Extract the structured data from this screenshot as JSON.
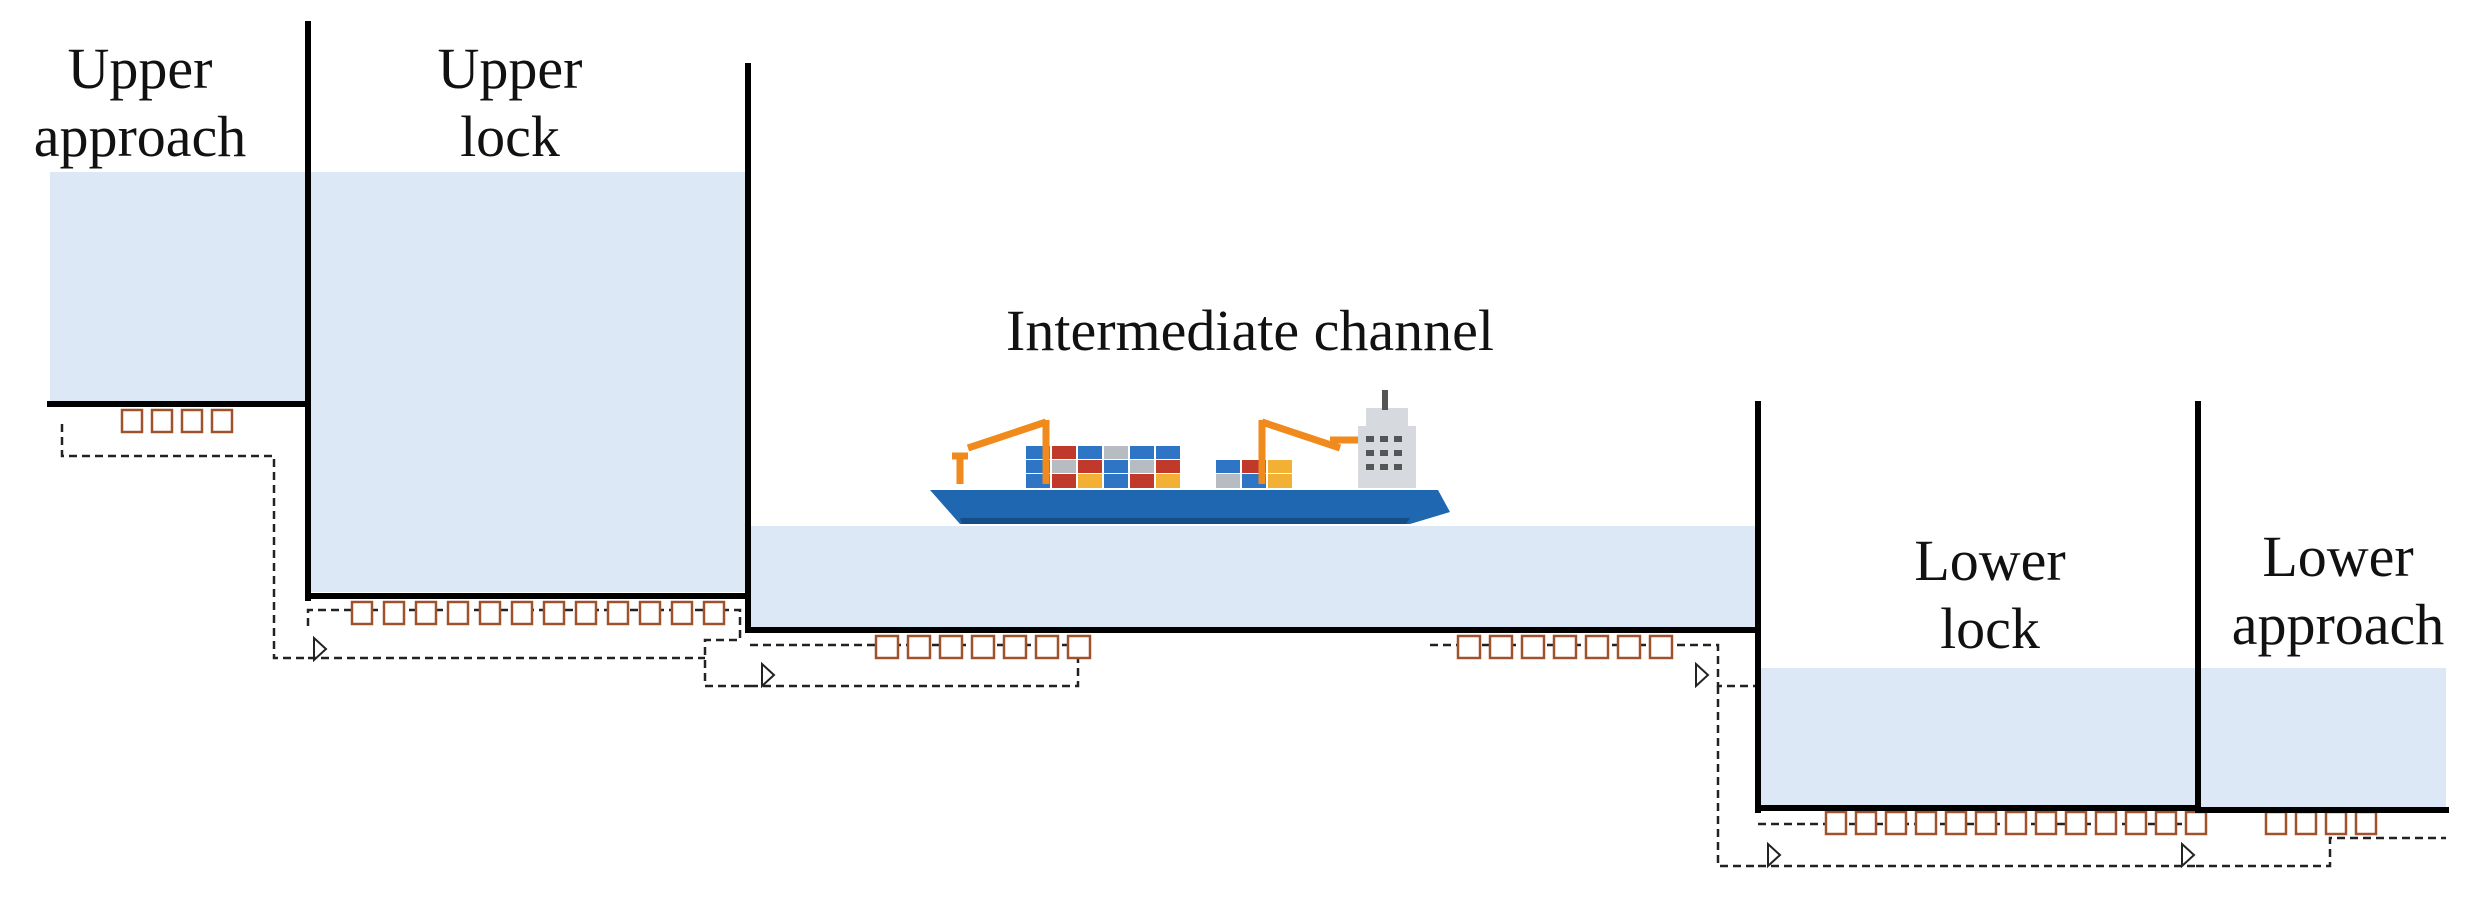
{
  "labels": {
    "upper_approach_line1": "Upper",
    "upper_approach_line2": "approach",
    "upper_lock_line1": "Upper",
    "upper_lock_line2": "lock",
    "intermediate_channel": "Intermediate channel",
    "lower_lock_line1": "Lower",
    "lower_lock_line2": "lock",
    "lower_approach_line1": "Lower",
    "lower_approach_line2": "approach"
  },
  "colors": {
    "water": "#dce8f5",
    "wall": "#000000",
    "culvert_outlet": "#a0522d",
    "ship_hull": "#1f67b0",
    "ship_hull_dark": "#174d86",
    "crane": "#f08a1c",
    "container_red": "#c0392b",
    "container_blue": "#2e75c6",
    "container_yellow": "#f2b134",
    "container_gray": "#b7bcc2",
    "bridge": "#d6d9dd"
  },
  "icons": {
    "ship": "container-ship-icon"
  }
}
